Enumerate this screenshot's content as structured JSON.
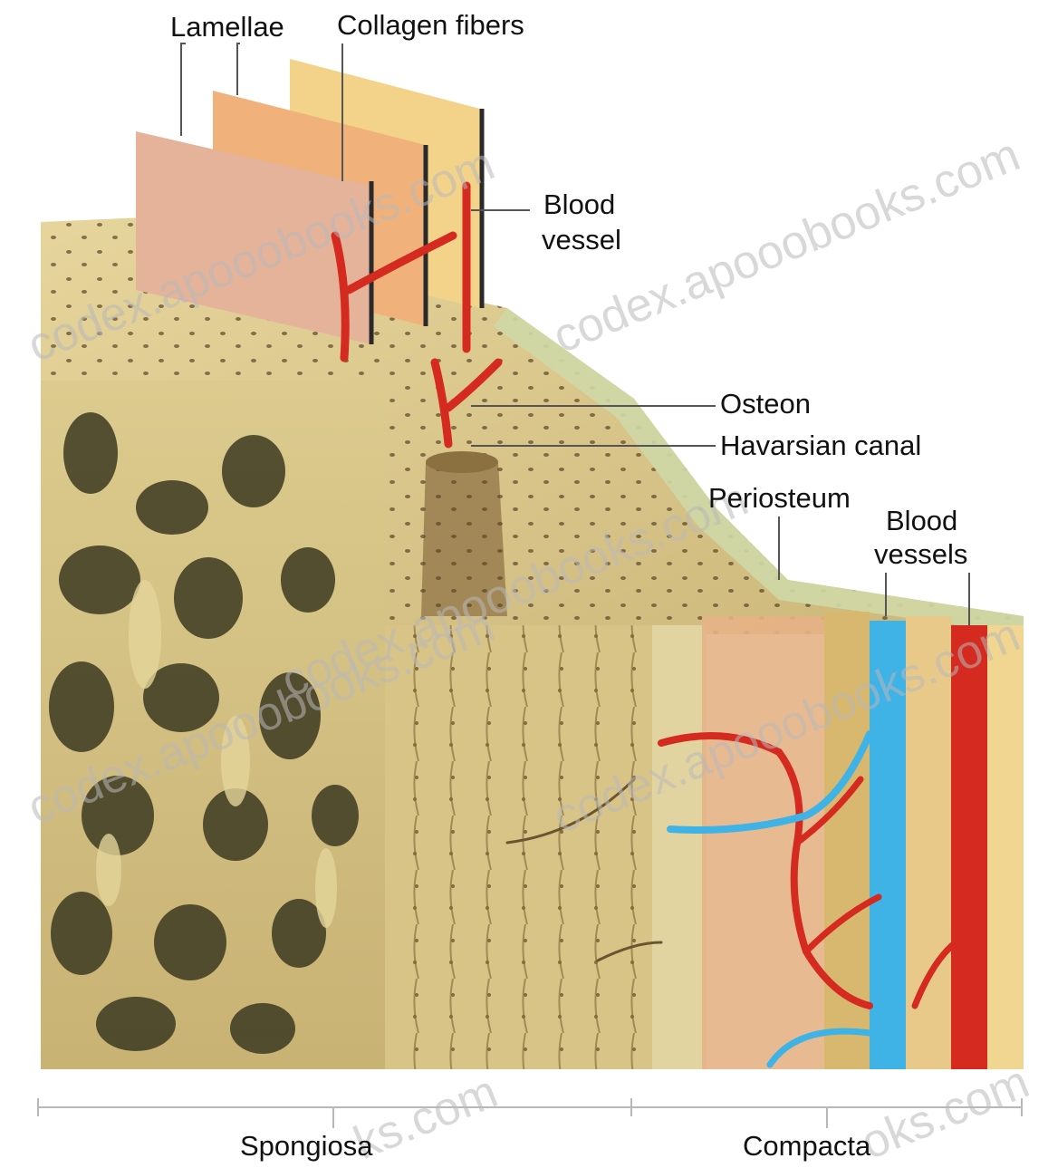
{
  "labels": {
    "lamellae": "Lamellae",
    "collagen_fibers": "Collagen fibers",
    "blood_vessel_1": "Blood",
    "blood_vessel_2": "vessel",
    "osteon": "Osteon",
    "haversian_canal": "Havarsian canal",
    "periosteum": "Periosteum",
    "blood_vessels_1": "Blood",
    "blood_vessels_2": "vessels",
    "spongiosa": "Spongiosa",
    "compacta": "Compacta"
  },
  "watermarks": {
    "top_right": "codex.apooobooks.com",
    "mid_right": "codex.apooobooks.com",
    "top_left": "codex.apooobooks.com",
    "center": "codex.apooobooks.com",
    "right_lower": "codex.apooobooks.com",
    "left_mid": "codex.apooobooks.com",
    "bottom_mid": "ks.com",
    "bottom_right": "oks.com"
  },
  "colors": {
    "bone": "#d9c68a",
    "bone_light": "#e8dba6",
    "bone_shadow": "#a8905a",
    "lamella_pink": "#e4b39a",
    "lamella_orange": "#f0b27a",
    "lamella_yellow": "#f3d38a",
    "artery_red": "#d42a1f",
    "vein_blue": "#3fb2e6",
    "periosteum_green": "#cfd8a6"
  }
}
